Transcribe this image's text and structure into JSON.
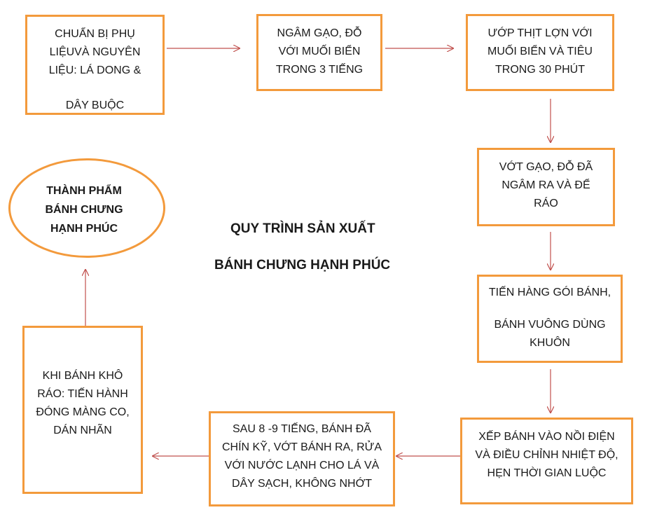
{
  "diagram": {
    "title_line1": "QUY TRÌNH SẢN XUẤT",
    "title_line2": "BÁNH CHƯNG HẠNH PHÚC",
    "colors": {
      "box_border": "#f39a3c",
      "arrow": "#c0504d"
    },
    "steps": [
      {
        "id": "prepare",
        "lines": [
          "CHUẨN BỊ PHỤ",
          "LIỆUVÀ NGUYÊN",
          "LIỆU: LÁ DONG &",
          "",
          "DÂY BUỘC"
        ]
      },
      {
        "id": "soak-rice",
        "lines": [
          "NGÂM GẠO, ĐỖ",
          "VỚI MUỐI BIỂN",
          "TRONG 3 TIẾNG"
        ]
      },
      {
        "id": "marinate-pork",
        "lines": [
          "ƯỚP THỊT LỢN VỚI",
          "MUỐI BIỂN VÀ TIÊU",
          "TRONG 30 PHÚT"
        ]
      },
      {
        "id": "drain-rice",
        "lines": [
          "VỚT GẠO, ĐỖ ĐÃ",
          "NGÂM RA VÀ ĐỂ",
          "RÁO"
        ]
      },
      {
        "id": "wrap-cake",
        "lines": [
          "TIẾN HÀNG GÓI BÁNH,",
          "",
          "BÁNH VUÔNG DÙNG",
          "KHUÔN"
        ]
      },
      {
        "id": "boil-cake",
        "lines": [
          "XẾP BÁNH VÀO NỒI ĐIỆN",
          "VÀ ĐIỀU CHỈNH NHIỆT ĐỘ,",
          "HẸN THỜI GIAN LUỘC"
        ]
      },
      {
        "id": "rinse-cake",
        "lines": [
          "SAU 8 -9 TIẾNG, BÁNH ĐÃ",
          "CHÍN KỸ, VỚT BÁNH RA, RỬA",
          "VỚI NƯỚC LẠNH CHO LÁ VÀ",
          "DÂY SẠCH, KHÔNG NHỚT"
        ]
      },
      {
        "id": "package",
        "lines": [
          "KHI BÁNH KHÔ",
          "RÁO: TIẾN HÀNH",
          "ĐÓNG MÀNG CO,",
          "DÁN NHÃN"
        ]
      }
    ],
    "final": {
      "lines": [
        "THÀNH PHẨM",
        "BÁNH CHƯNG",
        "HẠNH PHÚC"
      ]
    }
  }
}
